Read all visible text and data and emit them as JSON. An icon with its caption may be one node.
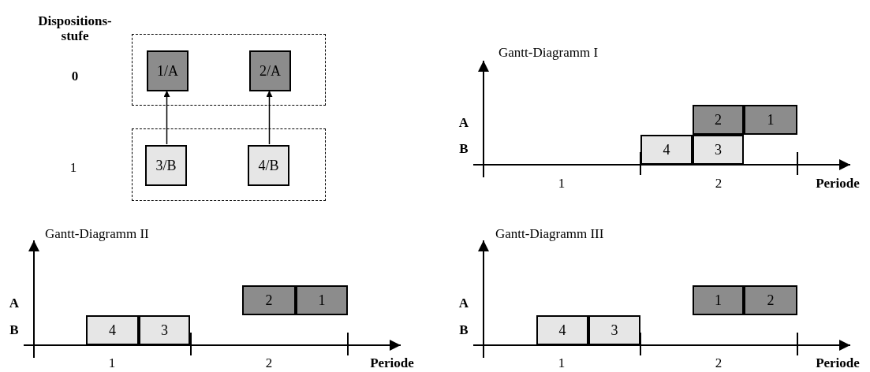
{
  "diagram": {
    "nodes": [
      {
        "text": [],
        "shape": "box"
      },
      {
        "text": [
          "1/A"
        ],
        "in": 0
      },
      {
        "text": [
          "2/A"
        ],
        "in": 0
      },
      {
        "text": [],
        "shape": "box"
      },
      {
        "text": [
          "3/B"
        ],
        "in": 3
      },
      {
        "text": [
          "4/B"
        ],
        "in": 3
      },
      {
        "text": [
          "2"
        ]
      },
      {
        "text": [
          "1"
        ]
      },
      {
        "text": [
          "4"
        ]
      },
      {
        "text": [
          "3"
        ]
      },
      {
        "text": [
          "2"
        ]
      },
      {
        "text": [
          "1"
        ]
      },
      {
        "text": [
          "4"
        ]
      },
      {
        "text": [
          "3"
        ]
      },
      {
        "text": [
          "1"
        ]
      },
      {
        "text": [
          "2"
        ]
      },
      {
        "text": [
          "4"
        ]
      },
      {
        "text": [
          "3"
        ]
      }
    ],
    "edges": [
      {
        "from": 4,
        "to": 1,
        "arrow": "to"
      },
      {
        "from": 5,
        "to": 2,
        "arrow": "to"
      }
    ],
    "labels": [
      "Dispositions- stufe",
      "0",
      "1",
      "Gantt-Diagramm I",
      "A",
      "B",
      "1",
      "2",
      "Periode",
      "Gantt-Diagramm II",
      "A",
      "B",
      "1",
      "2",
      "Periode",
      "Gantt-Diagramm III",
      "A",
      "B",
      "1",
      "2",
      "Periode"
    ]
  }
}
